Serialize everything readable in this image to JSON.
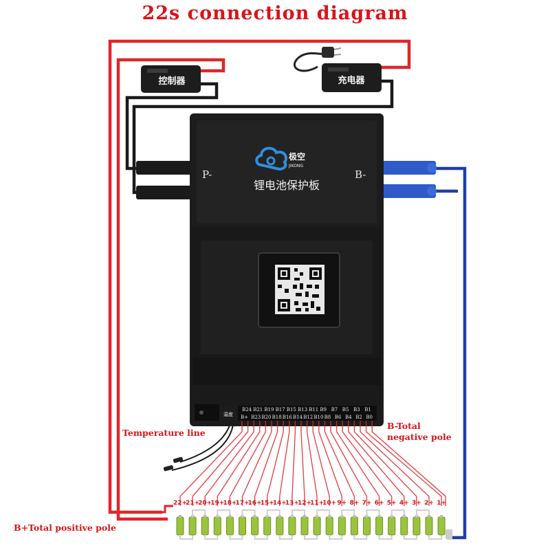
{
  "title": "22s connection diagram",
  "devices": {
    "controller_label": "控制器",
    "charger_label": "充电器"
  },
  "board": {
    "brand_cn": "极空",
    "brand_en": "JIKONG",
    "name_cn": "锂电池保护板",
    "p_minus": "P-",
    "b_minus": "B-",
    "temp_label": "温度",
    "pins_top": [
      "B24",
      "B21",
      "B19",
      "B17",
      "B15",
      "B13",
      "B11",
      "B9",
      "B7",
      "B5",
      "B3",
      "B1"
    ],
    "pins_bottom": [
      "B+",
      "B23",
      "B20",
      "B18",
      "B16",
      "B14",
      "B12",
      "B10",
      "B8",
      "B6",
      "B4",
      "B2",
      "B0"
    ]
  },
  "labels": {
    "temperature_line": "Temperature line",
    "b_total_negative_1": "B-Total",
    "b_total_negative_2": "negative pole",
    "b_total_positive": "B+Total positive pole"
  },
  "cells": [
    "22+",
    "21+",
    "20+",
    "19+",
    "18+",
    "17+",
    "16+",
    "15+",
    "14+",
    "13+",
    "12+",
    "11+",
    "10+",
    "9+",
    "8+",
    "7+",
    "6+",
    "5+",
    "4+",
    "3+",
    "2+",
    "1+"
  ],
  "colors": {
    "red_wire": "#e0262b",
    "blue_wire": "#1f3fa8",
    "board": "#1c1c1c",
    "cell_green": "#9ac43b"
  }
}
